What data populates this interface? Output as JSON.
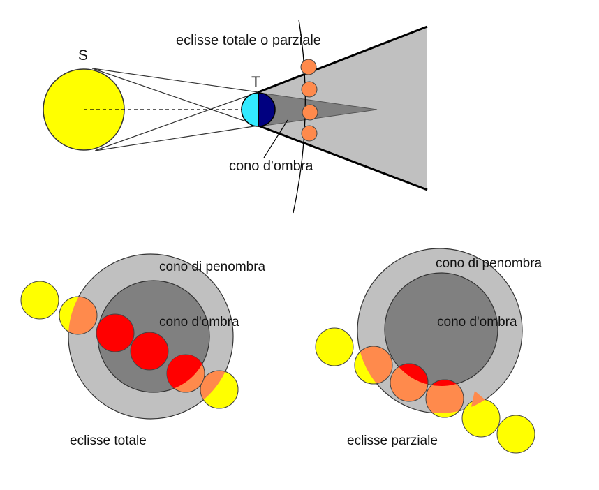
{
  "top_diagram": {
    "sun_label": "S",
    "earth_label": "T",
    "orbit_label": "eclisse totale o parziale",
    "umbra_label": "cono d'ombra"
  },
  "total_eclipse": {
    "penumbra_label": "cono di penombra",
    "umbra_label": "cono d'ombra",
    "caption": "eclisse totale"
  },
  "partial_eclipse": {
    "penumbra_label": "cono di penombra",
    "umbra_label": "cono d'ombra",
    "caption": "eclisse parziale"
  },
  "colors": {
    "sun": "#ffff00",
    "penumbra": "#c0c0c0",
    "umbra": "#808080",
    "moon_penumbra": "#ff8a4c",
    "moon_umbra": "#ff0000",
    "moon_outside": "#ffff00",
    "earth_day": "#33eaff",
    "earth_night": "#000080"
  }
}
